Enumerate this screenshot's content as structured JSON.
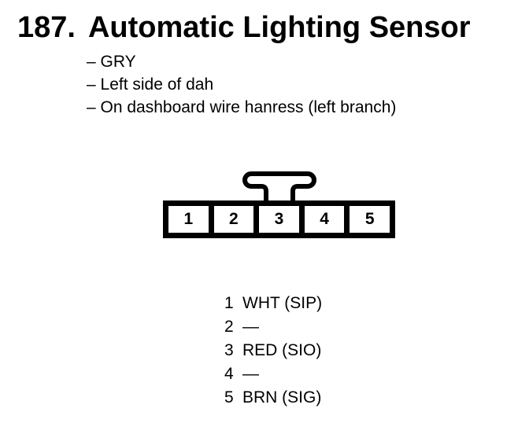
{
  "title": {
    "number": "187.",
    "text": "Automatic Lighting Sensor"
  },
  "notes": [
    "– GRY",
    "– Left side of dah",
    "– On dashboard wire hanress (left branch)"
  ],
  "connector": {
    "pin_numbers": [
      "1",
      "2",
      "3",
      "4",
      "5"
    ]
  },
  "pin_list": [
    {
      "number": "1",
      "label": "WHT (SIP)"
    },
    {
      "number": "2",
      "label": "—"
    },
    {
      "number": "3",
      "label": "RED (SIO)"
    },
    {
      "number": "4",
      "label": "—"
    },
    {
      "number": "5",
      "label": "BRN (SIG)"
    }
  ],
  "colors": {
    "ink": "#000000",
    "paper": "#ffffff"
  }
}
